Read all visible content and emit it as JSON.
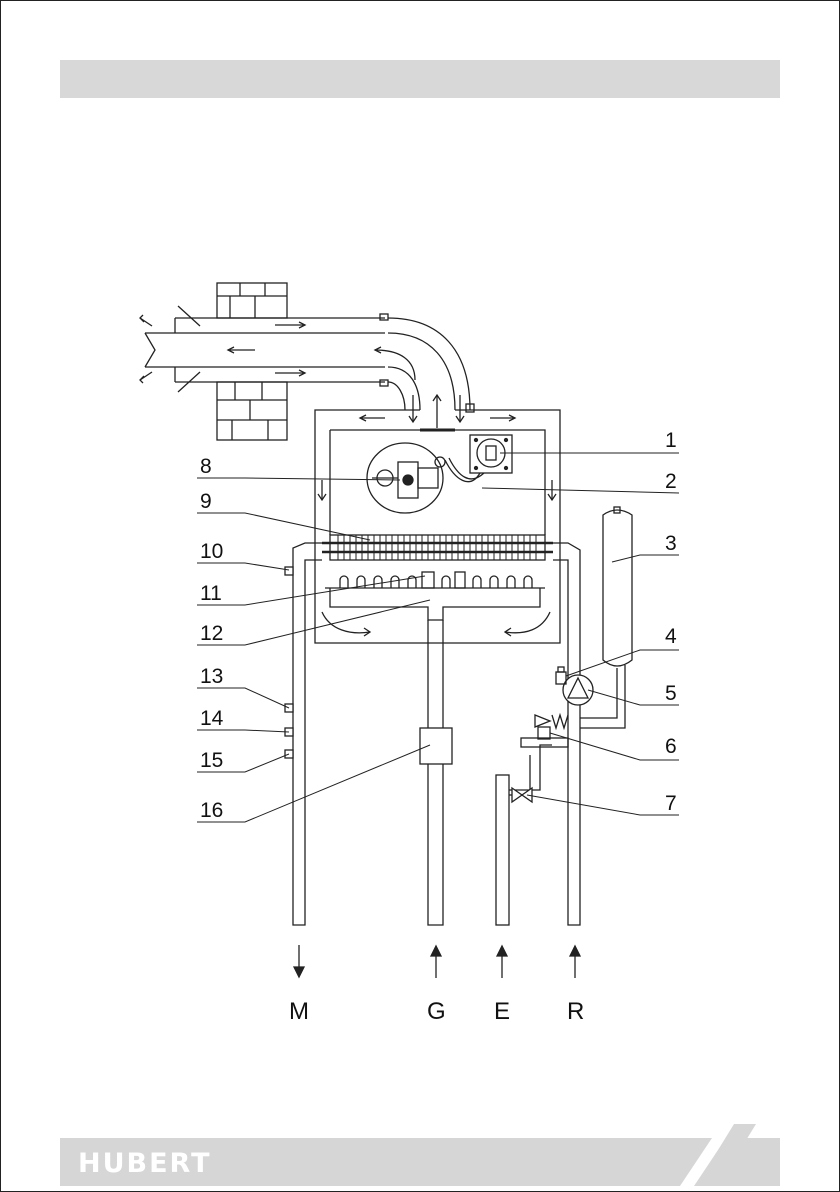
{
  "diagram": {
    "callouts": [
      "1",
      "2",
      "3",
      "4",
      "5",
      "6",
      "7",
      "8",
      "9",
      "10",
      "11",
      "12",
      "13",
      "14",
      "15",
      "16"
    ],
    "connections": [
      {
        "label": "M",
        "direction": "out"
      },
      {
        "label": "G",
        "direction": "in"
      },
      {
        "label": "E",
        "direction": "in"
      },
      {
        "label": "R",
        "direction": "in"
      }
    ]
  },
  "footer": {
    "brand": "HUBERT"
  }
}
